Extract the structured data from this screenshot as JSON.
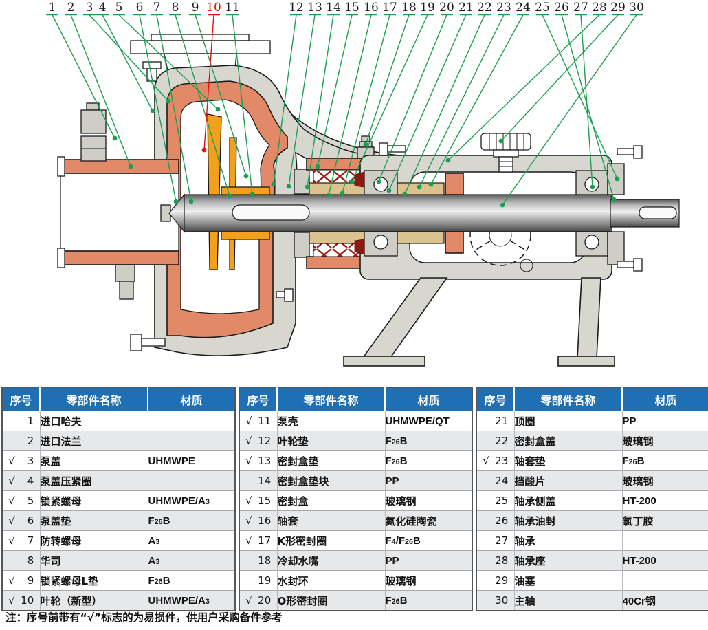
{
  "diagram": {
    "callouts": [
      "1",
      "2",
      "3",
      "4",
      "5",
      "6",
      "7",
      "8",
      "9",
      "10",
      "11",
      "12",
      "13",
      "14",
      "15",
      "16",
      "17",
      "18",
      "19",
      "20",
      "21",
      "22",
      "23",
      "24",
      "25",
      "26",
      "27",
      "28",
      "29",
      "30"
    ],
    "red_callout": "10",
    "leader_color": "#1b9e52",
    "red_leader_color": "#e0150d"
  },
  "colors": {
    "casing_gray": "#d7d6cf",
    "liner_salmon": "#e28967",
    "impeller_orange": "#f3a11d",
    "sleeve_tan": "#dbc28e",
    "seal_red": "#8b1a10",
    "header_blue": "#1f6fb5",
    "row_alt": "#e7e8ea",
    "highlight_red": "#e8150c",
    "leader_green": "#1b9e52"
  },
  "table": {
    "headers": [
      "序号",
      "零部件名称",
      "材质"
    ],
    "groups": [
      [
        {
          "chk": "",
          "no": "1",
          "name": "进口哈夫",
          "material": "",
          "red": false
        },
        {
          "chk": "",
          "no": "2",
          "name": "进口法兰",
          "material": "",
          "red": false
        },
        {
          "chk": "√",
          "no": "3",
          "name": "泵盖",
          "material": "UHMWPE",
          "red": false
        },
        {
          "chk": "√",
          "no": "4",
          "name": "泵盖压紧圈",
          "material": "",
          "red": false
        },
        {
          "chk": "√",
          "no": "5",
          "name": "锁紧螺母",
          "material": "UHMWPE/A3",
          "red": false
        },
        {
          "chk": "√",
          "no": "6",
          "name": "泵盖垫",
          "material": "F26B",
          "red": false
        },
        {
          "chk": "√",
          "no": "7",
          "name": "防转螺母",
          "material": "A3",
          "red": false
        },
        {
          "chk": "",
          "no": "8",
          "name": "华司",
          "material": "A3",
          "red": false
        },
        {
          "chk": "√",
          "no": "9",
          "name": "锁紧螺母L垫",
          "material": "F26B",
          "red": false
        },
        {
          "chk": "√",
          "no": "10",
          "name": "叶轮（新型）",
          "material": "UHMWPE/A3",
          "red": true
        }
      ],
      [
        {
          "chk": "√",
          "no": "11",
          "name": "泵壳",
          "material": "UHMWPE/QT",
          "red": false
        },
        {
          "chk": "√",
          "no": "12",
          "name": "叶轮垫",
          "material": "F26B",
          "red": false
        },
        {
          "chk": "√",
          "no": "13",
          "name": "密封盒垫",
          "material": "F26B",
          "red": false
        },
        {
          "chk": "",
          "no": "14",
          "name": "密封盒垫块",
          "material": "PP",
          "red": false
        },
        {
          "chk": "√",
          "no": "15",
          "name": "密封盒",
          "material": "玻璃钢",
          "red": false
        },
        {
          "chk": "√",
          "no": "16",
          "name": "轴套",
          "material": "氮化硅陶瓷",
          "red": false
        },
        {
          "chk": "√",
          "no": "17",
          "name": "K形密封圈",
          "material": "F4/F26B",
          "red": false
        },
        {
          "chk": "",
          "no": "18",
          "name": "冷却水嘴",
          "material": "PP",
          "red": false
        },
        {
          "chk": "",
          "no": "19",
          "name": "水封环",
          "material": "玻璃钢",
          "red": false
        },
        {
          "chk": "√",
          "no": "20",
          "name": "O形密封圈",
          "material": "F26B",
          "red": false
        }
      ],
      [
        {
          "chk": "",
          "no": "21",
          "name": "顶圈",
          "material": "PP",
          "red": false
        },
        {
          "chk": "",
          "no": "22",
          "name": "密封盒盖",
          "material": "玻璃钢",
          "red": false
        },
        {
          "chk": "√",
          "no": "23",
          "name": "轴套垫",
          "material": "F26B",
          "red": false
        },
        {
          "chk": "",
          "no": "24",
          "name": "挡酸片",
          "material": "玻璃钢",
          "red": false
        },
        {
          "chk": "",
          "no": "25",
          "name": "轴承侧盖",
          "material": "HT-200",
          "red": false
        },
        {
          "chk": "",
          "no": "26",
          "name": "轴承油封",
          "material": "氯丁胶",
          "red": false
        },
        {
          "chk": "",
          "no": "27",
          "name": "轴承",
          "material": "",
          "red": false
        },
        {
          "chk": "",
          "no": "28",
          "name": "轴承座",
          "material": "HT-200",
          "red": false
        },
        {
          "chk": "",
          "no": "29",
          "name": "油塞",
          "material": "",
          "red": false
        },
        {
          "chk": "",
          "no": "30",
          "name": "主轴",
          "material": "40Cr钢",
          "red": false
        }
      ]
    ]
  },
  "note": "注：序号前带有“√”标志的为易损件，供用户采购备件参考"
}
